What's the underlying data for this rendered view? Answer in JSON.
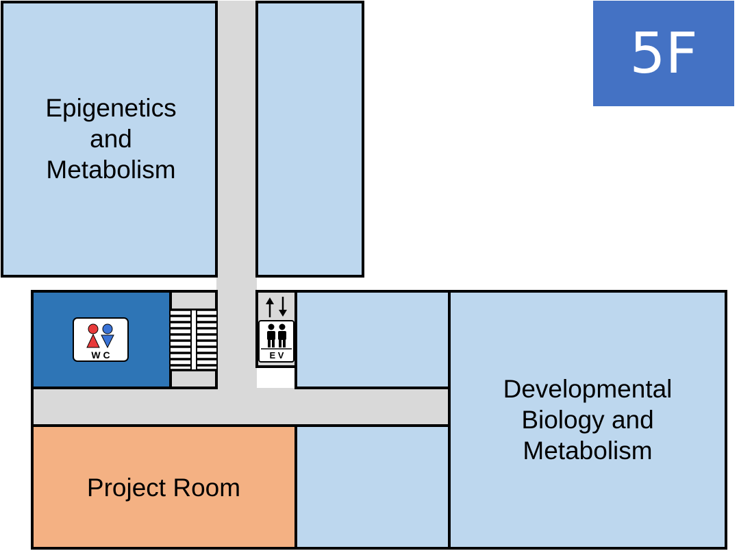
{
  "floor": {
    "label": "5F"
  },
  "rooms": {
    "epigenetics": {
      "line1": "Epigenetics",
      "line2": "and",
      "line3": "Metabolism"
    },
    "developmental": {
      "line1": "Developmental",
      "line2": "Biology and",
      "line3": "Metabolism"
    },
    "project": {
      "label": "Project Room"
    }
  },
  "facilities": {
    "restroom": {
      "label": "W C"
    },
    "elevator": {
      "label": "E V"
    }
  },
  "colors": {
    "lab": "#bdd7ee",
    "restroom": "#2e75b6",
    "project": "#f4b183",
    "corridor": "#d9d9d9",
    "floor_badge": "#4472c4",
    "female": "#e83a3a",
    "male": "#3a73d6"
  }
}
